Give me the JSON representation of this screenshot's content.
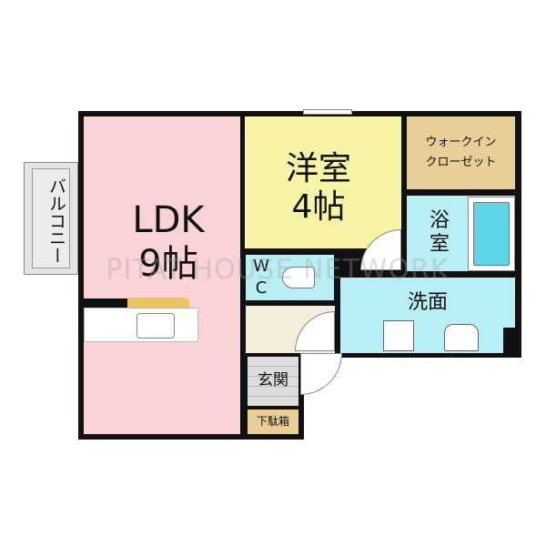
{
  "rooms": {
    "ldk": {
      "name": "LDK",
      "size": "9帖"
    },
    "western": {
      "name": "洋室",
      "size": "4帖"
    },
    "walkin_closet": {
      "line1": "ウォークイン",
      "line2": "クローゼット"
    },
    "bath": {
      "line1": "浴",
      "line2": "室"
    },
    "wc": {
      "line1": "W",
      "line2": "C"
    },
    "washroom": {
      "name": "洗面"
    },
    "entrance": {
      "name": "玄関"
    },
    "shoe_box": {
      "name": "下駄箱"
    },
    "balcony": {
      "name": "バルコニー"
    }
  },
  "watermark": "PITAT HOUSE NETWORK",
  "colors": {
    "ldk": "#f9d3d5",
    "western": "#f8f4a6",
    "closet": "#e9cf97",
    "water": "#b7eff5",
    "tub": "#5fd6e8"
  }
}
